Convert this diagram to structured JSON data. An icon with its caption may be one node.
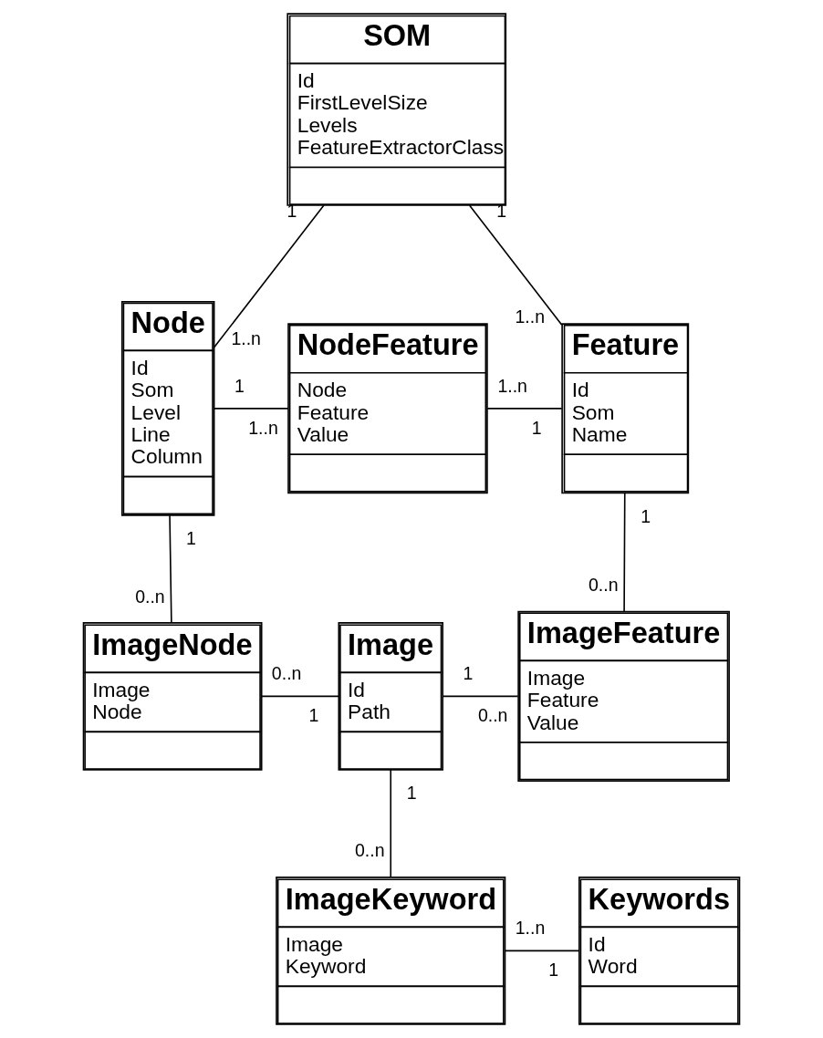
{
  "diagram": {
    "nodes": [
      {
        "text": [
          "SOM",
          "Id",
          "FirstLevelSize",
          "Levels",
          "FeatureExtractorClass"
        ]
      },
      {
        "text": [
          "Node",
          "Id",
          "Som",
          "Level",
          "Line",
          "Column"
        ]
      },
      {
        "text": [
          "NodeFeature",
          "Node",
          "Feature",
          "Value"
        ]
      },
      {
        "text": [
          "Feature",
          "Id",
          "Som",
          "Name"
        ]
      },
      {
        "text": [
          "ImageNode",
          "Image",
          "Node"
        ]
      },
      {
        "text": [
          "Image",
          "Id",
          "Path"
        ]
      },
      {
        "text": [
          "ImageFeature",
          "Image",
          "Feature",
          "Value"
        ]
      },
      {
        "text": [
          "ImageKeyword",
          "Image",
          "Keyword"
        ]
      },
      {
        "text": [
          "Keywords",
          "Id",
          "Word"
        ]
      }
    ],
    "edges": [
      {
        "from": 0,
        "to": 1,
        "arrow": "none"
      },
      {
        "from": 0,
        "to": 3,
        "arrow": "none"
      },
      {
        "from": 1,
        "to": 2,
        "arrow": "none"
      },
      {
        "from": 2,
        "to": 3,
        "arrow": "none"
      },
      {
        "from": 1,
        "to": 4,
        "arrow": "none"
      },
      {
        "from": 3,
        "to": 6,
        "arrow": "none"
      },
      {
        "from": 4,
        "to": 5,
        "arrow": "none"
      },
      {
        "from": 5,
        "to": 6,
        "arrow": "none"
      },
      {
        "from": 5,
        "to": 7,
        "arrow": "none"
      },
      {
        "from": 7,
        "to": 8,
        "arrow": "none"
      }
    ],
    "labels": [
      "1",
      "1",
      "1..n",
      "1..n",
      "1",
      "1..n",
      "1..n",
      "1",
      "1",
      "1",
      "0..n",
      "0..n",
      "0..n",
      "1",
      "1",
      "0..n",
      "1",
      "0..n",
      "1..n",
      "1"
    ]
  }
}
